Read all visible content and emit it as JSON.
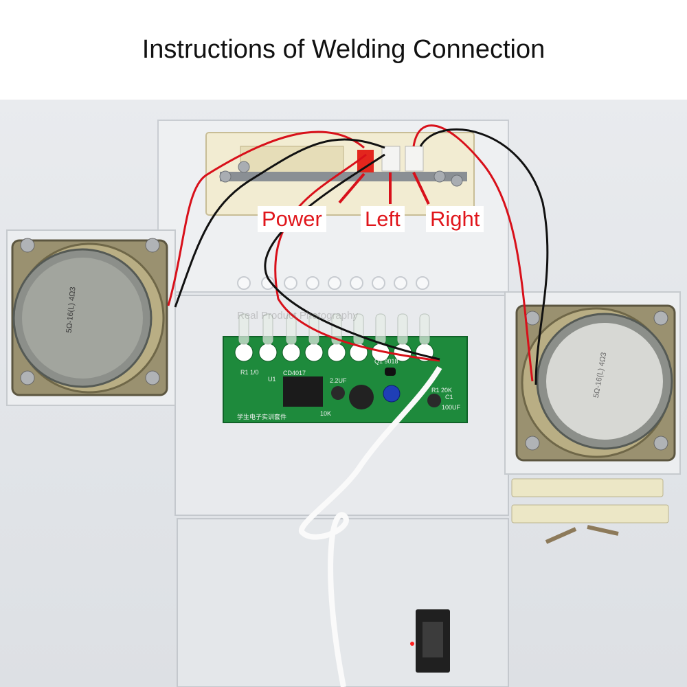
{
  "header": {
    "title": "Instructions of Welding Connection"
  },
  "labels": {
    "power": "Power",
    "left": "Left",
    "right": "Right"
  },
  "watermark": "Real Product Photography",
  "pcb": {
    "chip_label": "CD4017",
    "transistor_label": "Q1 9018",
    "r1": "R1 1/0",
    "u1": "U1",
    "cap_22": "2.2UF",
    "r3_10k": "10K",
    "r2_20k": "R1 20K",
    "cap_100": "100UF",
    "c1": "C1",
    "cn_text": "学生电子实训套件"
  },
  "speaker_left": {
    "text": "5Ω-16(L) 4Ω3"
  },
  "speaker_right": {
    "text": "5Ω-16(L) 4Ω3"
  },
  "colors": {
    "label_text": "#e0151b",
    "wire_red": "#d8101a",
    "wire_black": "#111111",
    "pcb_green": "#1e8a3c"
  }
}
